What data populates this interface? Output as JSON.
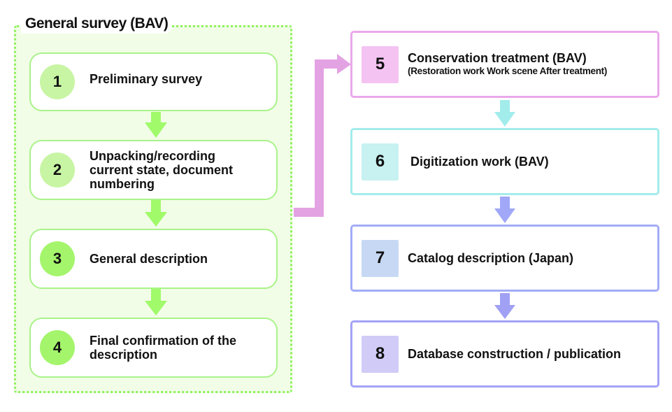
{
  "group": {
    "title": "General survey (BAV)",
    "colors": {
      "fill": "#f1fde6",
      "border": "#8ef25e",
      "box_border": "#a9f38a",
      "arrow": "#a0fa6a"
    }
  },
  "left_steps": [
    {
      "number": "1",
      "label": "Preliminary survey",
      "circle_color": "#c8f5a4"
    },
    {
      "number": "2",
      "label": "Unpacking/recording current state, document numbering",
      "circle_color": "#c8f5a4"
    },
    {
      "number": "3",
      "label": "General description",
      "circle_color": "#a4f56c"
    },
    {
      "number": "4",
      "label": "Final confirmation of the description",
      "circle_color": "#a4f56c"
    }
  ],
  "right_steps": [
    {
      "number": "5",
      "label": "Conservation treatment (BAV)",
      "sublabel": "(Restoration work Work scene After treatment)",
      "border": "#eaa8ea",
      "square": "#f4c3f2"
    },
    {
      "number": "6",
      "label": "Digitization work (BAV)",
      "border": "#a3ecec",
      "square": "#c8f1f1"
    },
    {
      "number": "7",
      "label": "Catalog description (Japan)",
      "border": "#a3acf7",
      "square": "#c6d8f4"
    },
    {
      "number": "8",
      "label": "Database construction / publication",
      "border": "#a3a3f7",
      "square": "#d0ccf7"
    }
  ],
  "connector_color": "#e3a3e3",
  "arrow_colors": {
    "5_to_6": "#a3ecec",
    "6_to_7": "#a0a8f7",
    "7_to_8": "#a0a0f4"
  }
}
